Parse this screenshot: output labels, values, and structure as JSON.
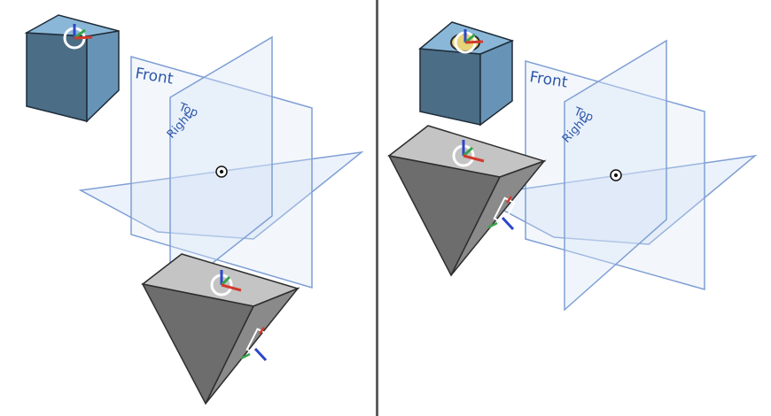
{
  "viewports": [
    {
      "planes": {
        "front_label": "Front",
        "top_label": "Top",
        "right_label": "Right"
      },
      "view_cube": {
        "highlighted": false
      }
    },
    {
      "planes": {
        "front_label": "Front",
        "top_label": "Top",
        "right_label": "Right"
      },
      "view_cube": {
        "highlighted": true
      }
    }
  ],
  "colors": {
    "plane_fill": "#d8e4f6",
    "plane_stroke": "#7f9fd4",
    "plane_label": "#2e56a8",
    "cube_top": "#8ab7d7",
    "cube_front": "#4b6d86",
    "cube_side": "#6794b6",
    "cube_highlight": "#e7d37a",
    "part_top": "#c4c4c4",
    "part_front": "#6d6d6d",
    "part_side": "#8a8a8a",
    "axis_x": "#d23a2e",
    "axis_y": "#37a34a",
    "axis_z": "#2d47c8"
  },
  "icons": {
    "origin": "origin-icon",
    "view_cube": "view-cube-icon",
    "triad": "triad-icon"
  }
}
